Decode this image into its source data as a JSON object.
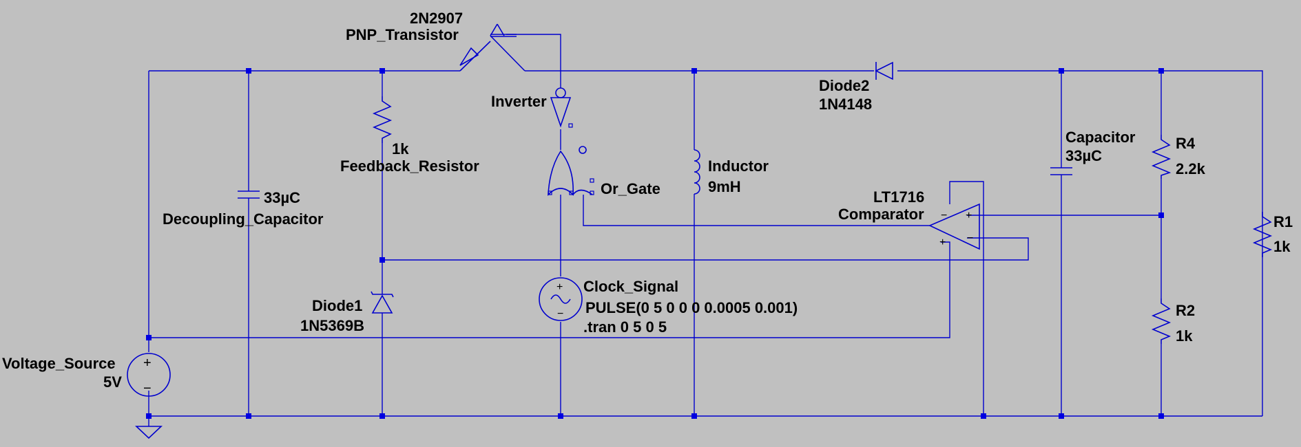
{
  "components": {
    "pnp": {
      "name": "PNP_Transistor",
      "value": "2N2907"
    },
    "decoupling_cap": {
      "name": "Decoupling_Capacitor",
      "value": "33µC"
    },
    "feedback_res": {
      "name": "Feedback_Resistor",
      "value": "1k"
    },
    "inverter": {
      "name": "Inverter"
    },
    "or_gate": {
      "name": "Or_Gate"
    },
    "inductor": {
      "name": "Inductor",
      "value": "9mH"
    },
    "diode2": {
      "name": "Diode2",
      "value": "1N4148"
    },
    "diode1": {
      "name": "Diode1",
      "value": "1N5369B"
    },
    "capacitor": {
      "name": "Capacitor",
      "value": "33µC"
    },
    "r4": {
      "name": "R4",
      "value": "2.2k"
    },
    "r1": {
      "name": "R1",
      "value": "1k"
    },
    "r2": {
      "name": "R2",
      "value": "1k"
    },
    "comparator": {
      "name": "Comparator",
      "value": "LT1716"
    },
    "clock": {
      "name": "Clock_Signal",
      "value": "PULSE(0 5 0 0 0 0.0005 0.001)"
    },
    "voltage_source": {
      "name": "Voltage_Source",
      "value": "5V"
    }
  },
  "directives": {
    "tran": ".tran 0 5 0 5"
  },
  "colors": {
    "background": "#c0c0c0",
    "wire": "#0000cd",
    "junction": "#0000e0",
    "text": "#000000"
  }
}
